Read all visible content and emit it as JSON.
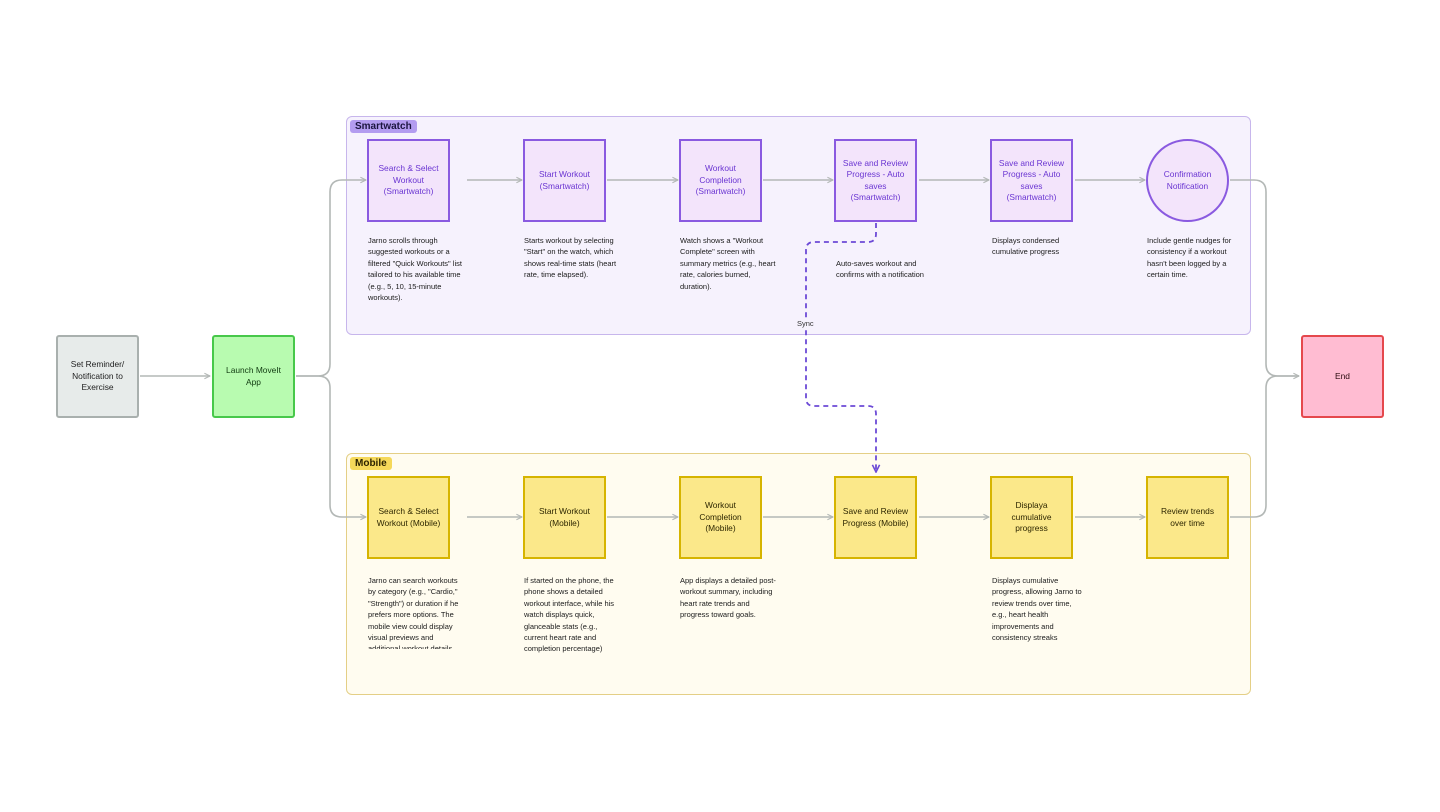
{
  "lanes": {
    "smartwatch": {
      "label": "Smartwatch"
    },
    "mobile": {
      "label": "Mobile"
    }
  },
  "nodes": {
    "reminder": "Set Reminder/ Notification to Exercise",
    "launch": "Launch MoveIt App",
    "end": "End",
    "sw_search": "Search & Select Workout (Smartwatch)",
    "sw_start": "Start Workout (Smartwatch)",
    "sw_complete": "Workout Completion (Smartwatch)",
    "sw_save1": "Save and Review Progress - Auto saves (Smartwatch)",
    "sw_save2": "Save and Review Progress - Auto saves (Smartwatch)",
    "sw_confirm": "Confirmation Notification",
    "mb_search": "Search & Select Workout (Mobile)",
    "mb_start": "Start Workout (Mobile)",
    "mb_complete": "Workout Completion (Mobile)",
    "mb_save": "Save and Review Progress (Mobile)",
    "mb_display": "Displaya cumulative progress",
    "mb_trends": "Review trends over time"
  },
  "descriptions": {
    "sw_search": "Jarno scrolls through suggested workouts or a filtered \"Quick Workouts\" list tailored to his available time (e.g., 5, 10, 15-minute workouts).",
    "sw_start": "Starts workout by selecting \"Start\" on the watch, which shows real-time stats (heart rate, time elapsed).",
    "sw_complete": "Watch shows a \"Workout Complete\" screen with summary metrics (e.g., heart rate, calories burned, duration).",
    "sw_save1": "Auto-saves workout and confirms with a notification",
    "sw_save2": "Displays condensed cumulative progress",
    "sw_confirm": "Include gentle nudges for consistency if a workout hasn't been logged by a certain time.",
    "mb_search": "Jarno can search workouts by category (e.g., \"Cardio,\" \"Strength\") or duration if he prefers more options. The mobile view could display visual previews and additional workout details",
    "mb_start": "If started on the phone, the phone shows a detailed workout interface, while his watch displays quick, glanceable stats (e.g., current heart rate and completion percentage)",
    "mb_complete": "App displays a detailed post-workout summary, including heart rate trends and progress toward goals.",
    "mb_display": "Displays cumulative progress, allowing Jarno to review trends over time, e.g., heart health improvements and consistency streaks"
  },
  "sync_label": "Sync",
  "colors": {
    "connector": "#b3b8b6",
    "sync": "#6c4ad6",
    "smartwatch_lane": "#f6f2fd",
    "mobile_lane": "#fffcf0"
  }
}
